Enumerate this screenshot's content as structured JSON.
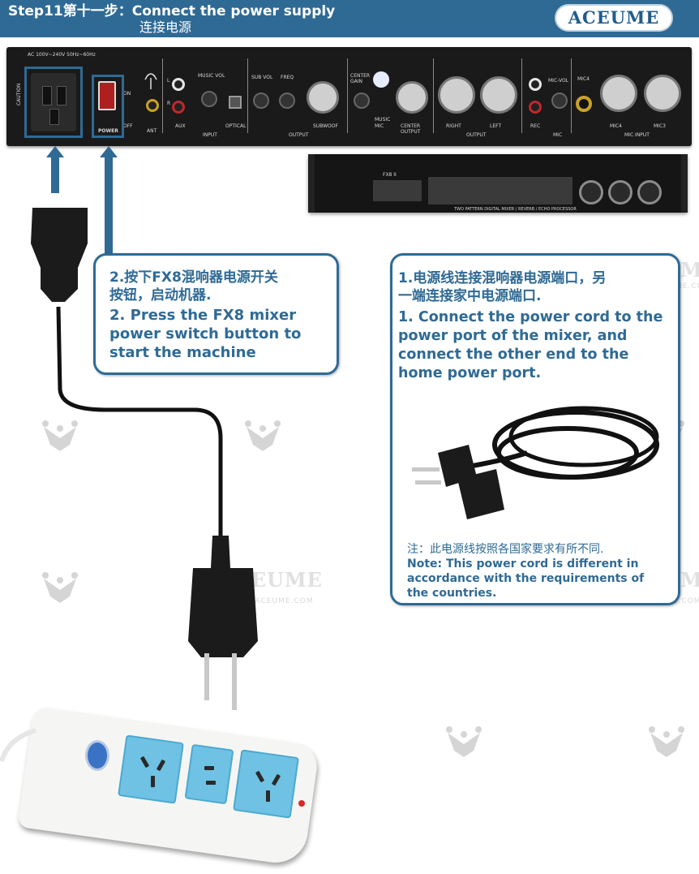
{
  "header": {
    "step_line": "Step11第十一步：Connect the power supply",
    "subtitle": "连接电源",
    "logo": "ACEUME"
  },
  "back_panel": {
    "rating": "AC 100V~240V 50Hz~60Hz",
    "caution": "CAUTION",
    "power_on": "ON",
    "power_off": "OFF",
    "power_label": "POWER",
    "ant": "ANT",
    "aux": "AUX",
    "input": "INPUT",
    "optical": "OPTICAL",
    "music_vol": "MUSIC VOL",
    "sub_vol": "SUB VOL",
    "freq": "FREQ",
    "output": "OUTPUT",
    "subwoof": "SUBWOOF",
    "center_gain": "CENTER GAIN",
    "music": "MUSIC",
    "mic": "MIC",
    "center_output": "CENTER OUTPUT",
    "right": "RIGHT",
    "left": "LEFT",
    "rec": "REC",
    "mic_vol": "MIC-VOL",
    "mic4_top": "MIC4",
    "mic4": "MIC4",
    "mic3": "MIC3",
    "mic_input": "MIC INPUT"
  },
  "front_panel": {
    "model": "FX8 II",
    "description": "TWO PATTERN DIGITAL MIXER / REVERB / ECHO PROCESSOR"
  },
  "callout_left": {
    "cn_line1": "2.按下FX8混响器电源开关",
    "cn_line2": "按钮，启动机器.",
    "en_line1": "2. Press the FX8 mixer",
    "en_line2": "power switch button to",
    "en_line3": "start the machine"
  },
  "callout_right": {
    "cn_line1": "1.电源线连接混响器电源端口，另",
    "cn_line2": "一端连接家中电源端口.",
    "en_line1": "1. Connect the power cord to the",
    "en_line2": "power port of the mixer, and",
    "en_line3": "connect the other end to the",
    "en_line4": "home power port.",
    "note_cn": "注：此电源线按照各国家要求有所不同.",
    "note_en1": "Note: This power cord is different in",
    "note_en2": "accordance with the requirements of",
    "note_en3": "the countries."
  },
  "watermark": {
    "brand": "ACEUME",
    "url": "WWW.ACEUME.COM"
  },
  "colors": {
    "accent": "#2f6a95",
    "header_bg": "#2f6a95",
    "rocker_red": "#b01f1f",
    "socket_blue": "#6fc2e3"
  },
  "icons": {
    "arrows": "up-arrow-icon",
    "ant": "antenna-icon"
  }
}
